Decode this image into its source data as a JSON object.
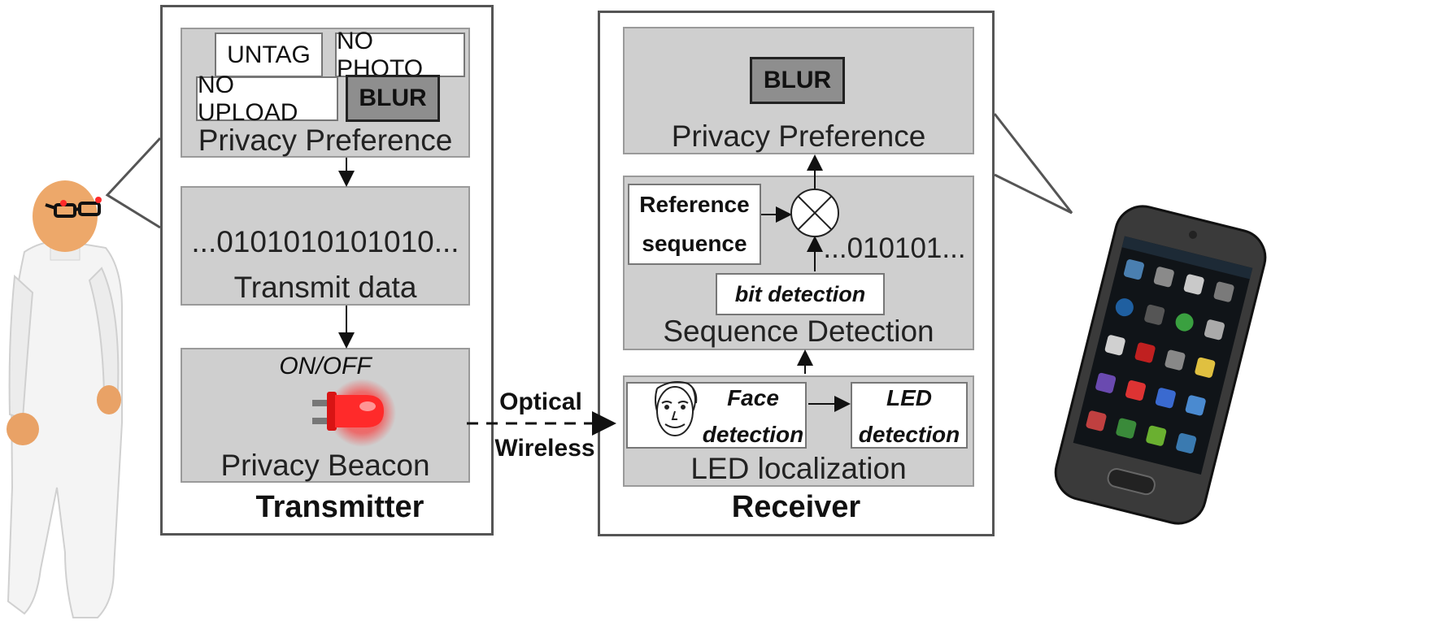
{
  "transmitter": {
    "title": "Transmitter",
    "privacy_preference": {
      "label": "Privacy Preference",
      "tags": [
        "UNTAG",
        "NO PHOTO",
        "NO UPLOAD",
        "BLUR"
      ],
      "selected": "BLUR"
    },
    "transmit_data": {
      "bits": "...0101010101010...",
      "label": "Transmit data"
    },
    "privacy_beacon": {
      "state": "ON/OFF",
      "label": "Privacy Beacon"
    }
  },
  "link": {
    "line1": "Optical",
    "line2": "Wireless"
  },
  "receiver": {
    "title": "Receiver",
    "privacy_preference": {
      "value": "BLUR",
      "label": "Privacy Preference"
    },
    "sequence_detection": {
      "label": "Sequence Detection",
      "reference_line1": "Reference",
      "reference_line2": "sequence",
      "bits": "...010101...",
      "bit_detection": "bit detection"
    },
    "led_localization": {
      "label": "LED localization",
      "face_line1": "Face",
      "face_line2": "detection",
      "led_line1": "LED",
      "led_line2": "detection"
    }
  },
  "colors": {
    "block_fill": "#cfcfcf",
    "frame_stroke": "#555555",
    "selected_fill": "#8e8e8e",
    "led_red": "#ff2a2a"
  },
  "icons": [
    "person-figure",
    "red-led-icon",
    "face-sketch-icon",
    "multiplier-icon",
    "smartphone"
  ]
}
